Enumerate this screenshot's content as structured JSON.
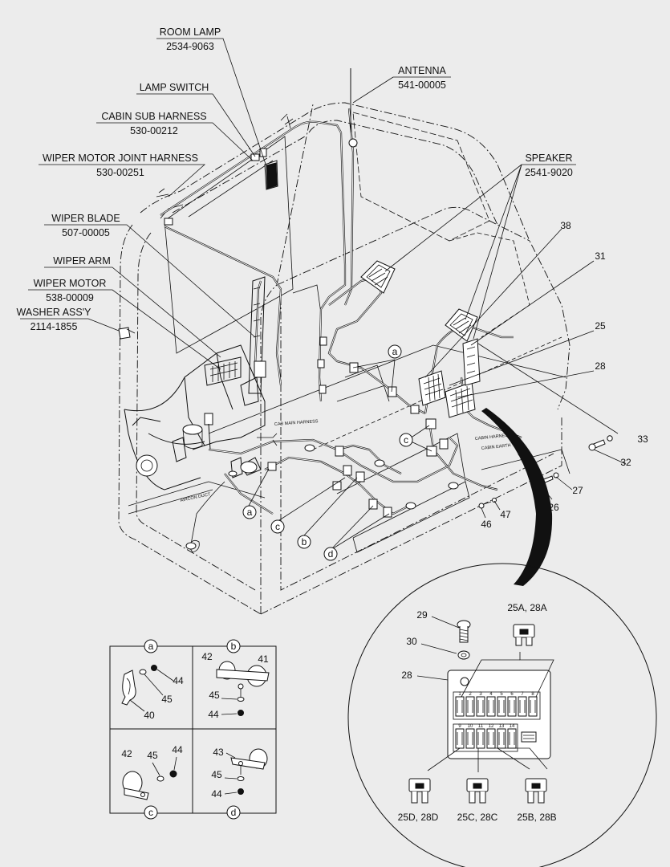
{
  "callouts": {
    "room_lamp": {
      "name": "ROOM LAMP",
      "code": "2534-9063"
    },
    "lamp_switch": {
      "name": "LAMP SWITCH"
    },
    "cabin_sub_harness": {
      "name": "CABIN SUB HARNESS",
      "code": "530-00212"
    },
    "wiper_motor_joint_harness": {
      "name": "WIPER MOTOR JOINT HARNESS",
      "code": "530-00251"
    },
    "wiper_blade": {
      "name": "WIPER BLADE",
      "code": "507-00005"
    },
    "wiper_arm": {
      "name": "WIPER ARM"
    },
    "wiper_motor": {
      "name": "WIPER MOTOR",
      "code": "538-00009"
    },
    "washer": {
      "name": "WASHER ASS'Y",
      "code": "2114-1855"
    },
    "antenna": {
      "name": "ANTENNA",
      "code": "541-00005"
    },
    "speaker": {
      "name": "SPEAKER",
      "code": "2541-9020"
    }
  },
  "part_numbers": {
    "n38": "38",
    "n31": "31",
    "n25": "25",
    "n28": "28",
    "n33": "33",
    "n32": "32",
    "n27": "27",
    "n26": "26",
    "n47": "47",
    "n46": "46"
  },
  "letter_markers": {
    "a": "a",
    "b": "b",
    "c": "c",
    "d": "d"
  },
  "inline_labels": {
    "aircon_duct": "AIRCON DUCT",
    "main_harness": "CAB MAIN HARNESS",
    "cabin_harness": "CABIN HARNESS",
    "cabin_earth": "CABIN EARTH"
  },
  "details": {
    "a": {
      "marker": "a",
      "parts": [
        "44",
        "45",
        "40"
      ]
    },
    "b": {
      "marker": "b",
      "parts": [
        "42",
        "41",
        "45",
        "44"
      ]
    },
    "c": {
      "marker": "c",
      "parts": [
        "42",
        "45",
        "44"
      ]
    },
    "d": {
      "marker": "d",
      "parts": [
        "43",
        "45",
        "44"
      ]
    }
  },
  "fuse_box": {
    "n29": "29",
    "n30": "30",
    "n28": "28",
    "fuse_top": "25A, 28A",
    "fuse_bl": "25D, 28D",
    "fuse_bc": "25C, 28C",
    "fuse_br": "25B, 28B",
    "top_row_numbers": [
      "1",
      "2",
      "3",
      "4",
      "5",
      "6",
      "7",
      "8"
    ],
    "bottom_row_numbers": [
      "9",
      "10",
      "11",
      "12",
      "13",
      "14"
    ]
  },
  "colors": {
    "background": "#ececec",
    "ink": "#111111"
  }
}
